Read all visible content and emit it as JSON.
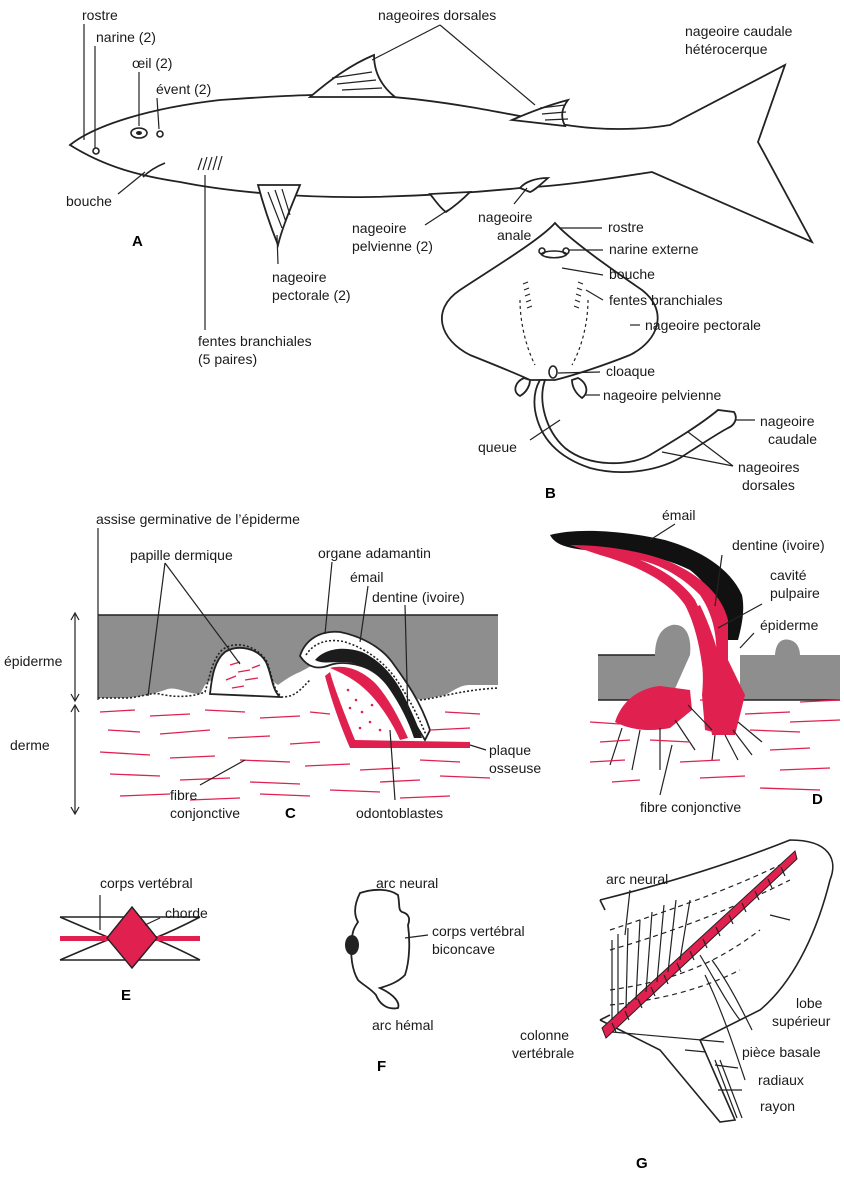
{
  "colors": {
    "accent": "#e0204f",
    "epidermis": "#8e8e8e",
    "outline": "#222222",
    "background": "#ffffff"
  },
  "panels": {
    "a": "A",
    "b": "B",
    "c": "C",
    "d": "D",
    "e": "E",
    "f": "F",
    "g": "G"
  },
  "shark": {
    "rostre": "rostre",
    "narine": "narine (2)",
    "oeil": "œil (2)",
    "event": "évent (2)",
    "bouche": "bouche",
    "dorsales": "nageoires dorsales",
    "caudale_1": "nageoire caudale",
    "caudale_2": "hétérocerque",
    "pelvienne_1": "nageoire",
    "pelvienne_2": "pelvienne (2)",
    "anale_1": "nageoire",
    "anale_2": "anale",
    "pectorale_1": "nageoire",
    "pectorale_2": "pectorale (2)",
    "fentes_1": "fentes branchiales",
    "fentes_2": "(5 paires)"
  },
  "ray": {
    "rostre": "rostre",
    "narine": "narine externe",
    "bouche": "bouche",
    "fentes": "fentes branchiales",
    "pectorale": "nageoire pectorale",
    "cloaque": "cloaque",
    "pelvienne": "nageoire pelvienne",
    "queue": "queue",
    "caudale_1": "nageoire",
    "caudale_2": "caudale",
    "dorsales_1": "nageoires",
    "dorsales_2": "dorsales"
  },
  "scale_dev": {
    "assise": "assise germinative de l’épiderme",
    "papille": "papille dermique",
    "organe": "organe adamantin",
    "email": "émail",
    "dentine": "dentine (ivoire)",
    "epiderme": "épiderme",
    "derme": "derme",
    "fibre_1": "fibre",
    "fibre_2": "conjonctive",
    "odontoblastes": "odontoblastes",
    "plaque_1": "plaque",
    "plaque_2": "osseuse"
  },
  "scale": {
    "email": "émail",
    "dentine": "dentine (ivoire)",
    "cavite_1": "cavité",
    "cavite_2": "pulpaire",
    "epiderme": "épiderme",
    "fibre": "fibre conjonctive"
  },
  "vert_e": {
    "corps": "corps vertébral",
    "chorde": "chorde"
  },
  "vert_f": {
    "arc_neural": "arc neural",
    "corps_1": "corps vertébral",
    "corps_2": "biconcave",
    "arc_hemal": "arc hémal"
  },
  "tail_g": {
    "arc_neural": "arc neural",
    "lobe_1": "lobe",
    "lobe_2": "supérieur",
    "colonne_1": "colonne",
    "colonne_2": "vertébrale",
    "piece": "pièce basale",
    "radiaux": "radiaux",
    "rayon": "rayon"
  }
}
